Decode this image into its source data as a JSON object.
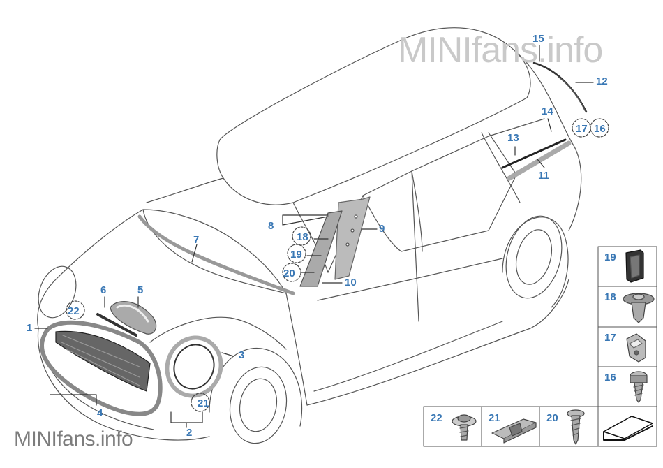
{
  "watermark": {
    "top": "MINIfans.info",
    "bottom": "MINIfans.info"
  },
  "callouts": {
    "c1": "1",
    "c2": "2",
    "c3": "3",
    "c4": "4",
    "c5": "5",
    "c6": "6",
    "c7": "7",
    "c8": "8",
    "c9": "9",
    "c10": "10",
    "c11": "11",
    "c12": "12",
    "c13": "13",
    "c14": "14",
    "c15": "15",
    "c16": "16",
    "c17": "17",
    "c18": "18",
    "c19": "19",
    "c20": "20",
    "c21": "21",
    "c22": "22"
  },
  "legend_parts": {
    "p19": "19",
    "p18": "18",
    "p17": "17",
    "p16": "16",
    "p22": "22",
    "p21": "21",
    "p20": "20"
  },
  "colors": {
    "callout": "#3a78b5",
    "outline": "#444444",
    "part_gray": "#8c8c8c"
  }
}
